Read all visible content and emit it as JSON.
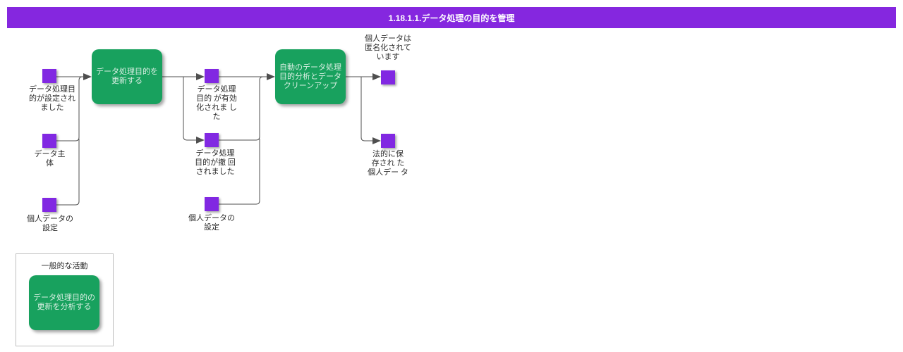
{
  "header": {
    "title": "1.18.1.1.データ処理の目的を管理",
    "bg_color": "#8527DF",
    "text_color": "#FFFFFF"
  },
  "colors": {
    "event_fill": "#8128E2",
    "activity_fill": "#18A15E",
    "activity_text": "#D8EEE2",
    "connector": "#4F4F4F",
    "label_text": "#2B2B2B"
  },
  "nodes": {
    "purpose_set": {
      "type": "event",
      "label": "データ処理目\n的が設定され\nました"
    },
    "data_subject": {
      "type": "event",
      "label": "データ主\n体"
    },
    "personal_data_config_left": {
      "type": "event",
      "label": "個人データの\n設定"
    },
    "update_purpose": {
      "type": "activity",
      "label": "データ処理目的を\n更新する"
    },
    "purpose_activated": {
      "type": "event",
      "label": "データ処理\n目的 が有効\n化されま し\nた"
    },
    "purpose_withdrawn": {
      "type": "event",
      "label": "データ処理\n目的が撤 回\nされました"
    },
    "personal_data_config_mid": {
      "type": "event",
      "label": "個人データの\n設定"
    },
    "auto_analysis": {
      "type": "activity",
      "label": "自動のデータ処理\n目的分析とデータ\nクリーンアップ"
    },
    "anonymized": {
      "type": "event",
      "label": "個人データは\n匿名化されて\nいます"
    },
    "legally_stored": {
      "type": "event",
      "label": "法的に保\n存され た\n個人デー タ"
    }
  },
  "legend": {
    "title": "一般的な活動",
    "activity_label": "データ処理目的の\n更新を分析する"
  }
}
